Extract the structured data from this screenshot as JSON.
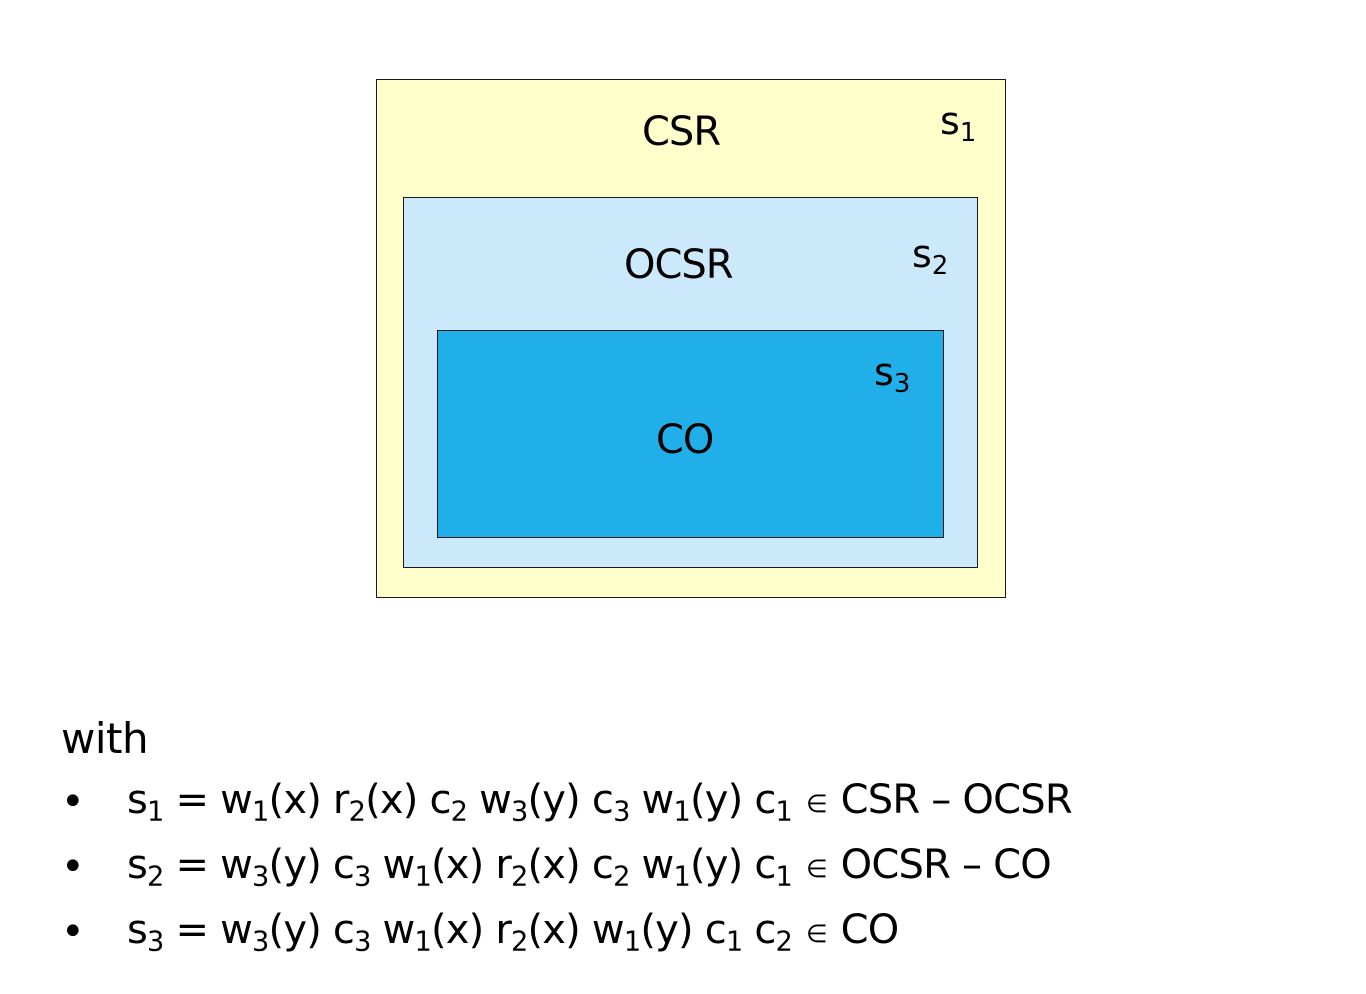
{
  "diagram": {
    "outer": {
      "label": "CSR",
      "tag_base": "s",
      "tag_index": "1",
      "fill": "#ffffcc"
    },
    "middle": {
      "label": "OCSR",
      "tag_base": "s",
      "tag_index": "2",
      "fill": "#cce9fb"
    },
    "inner": {
      "label": "CO",
      "tag_base": "s",
      "tag_index": "3",
      "fill": "#21afea"
    }
  },
  "text": {
    "with": "with",
    "bullet": "•",
    "schedules": [
      {
        "id": "s1",
        "tokens": [
          [
            "s",
            "1"
          ],
          [
            " = w",
            "1"
          ],
          [
            "(x) r",
            "2"
          ],
          [
            "(x) c",
            "2"
          ],
          [
            " w",
            "3"
          ],
          [
            "(y) c",
            "3"
          ],
          [
            " w",
            "1"
          ],
          [
            "(y) c",
            "1"
          ],
          [
            " ",
            ""
          ]
        ],
        "member_symbol": "∈",
        "set_expression": " CSR – OCSR"
      },
      {
        "id": "s2",
        "tokens": [
          [
            "s",
            "2"
          ],
          [
            " = w",
            "3"
          ],
          [
            "(y) c",
            "3"
          ],
          [
            " w",
            "1"
          ],
          [
            "(x) r",
            "2"
          ],
          [
            "(x) c",
            "2"
          ],
          [
            " w",
            "1"
          ],
          [
            "(y) c",
            "1"
          ],
          [
            " ",
            ""
          ]
        ],
        "member_symbol": "∈",
        "set_expression": " OCSR – CO"
      },
      {
        "id": "s3",
        "tokens": [
          [
            "s",
            "3"
          ],
          [
            " = w",
            "3"
          ],
          [
            "(y) c",
            "3"
          ],
          [
            " w",
            "1"
          ],
          [
            "(x) r",
            "2"
          ],
          [
            "(x) w",
            "1"
          ],
          [
            "(y) c",
            "1"
          ],
          [
            " c",
            "2"
          ],
          [
            " ",
            ""
          ]
        ],
        "member_symbol": "∈",
        "set_expression": " CO"
      }
    ]
  }
}
